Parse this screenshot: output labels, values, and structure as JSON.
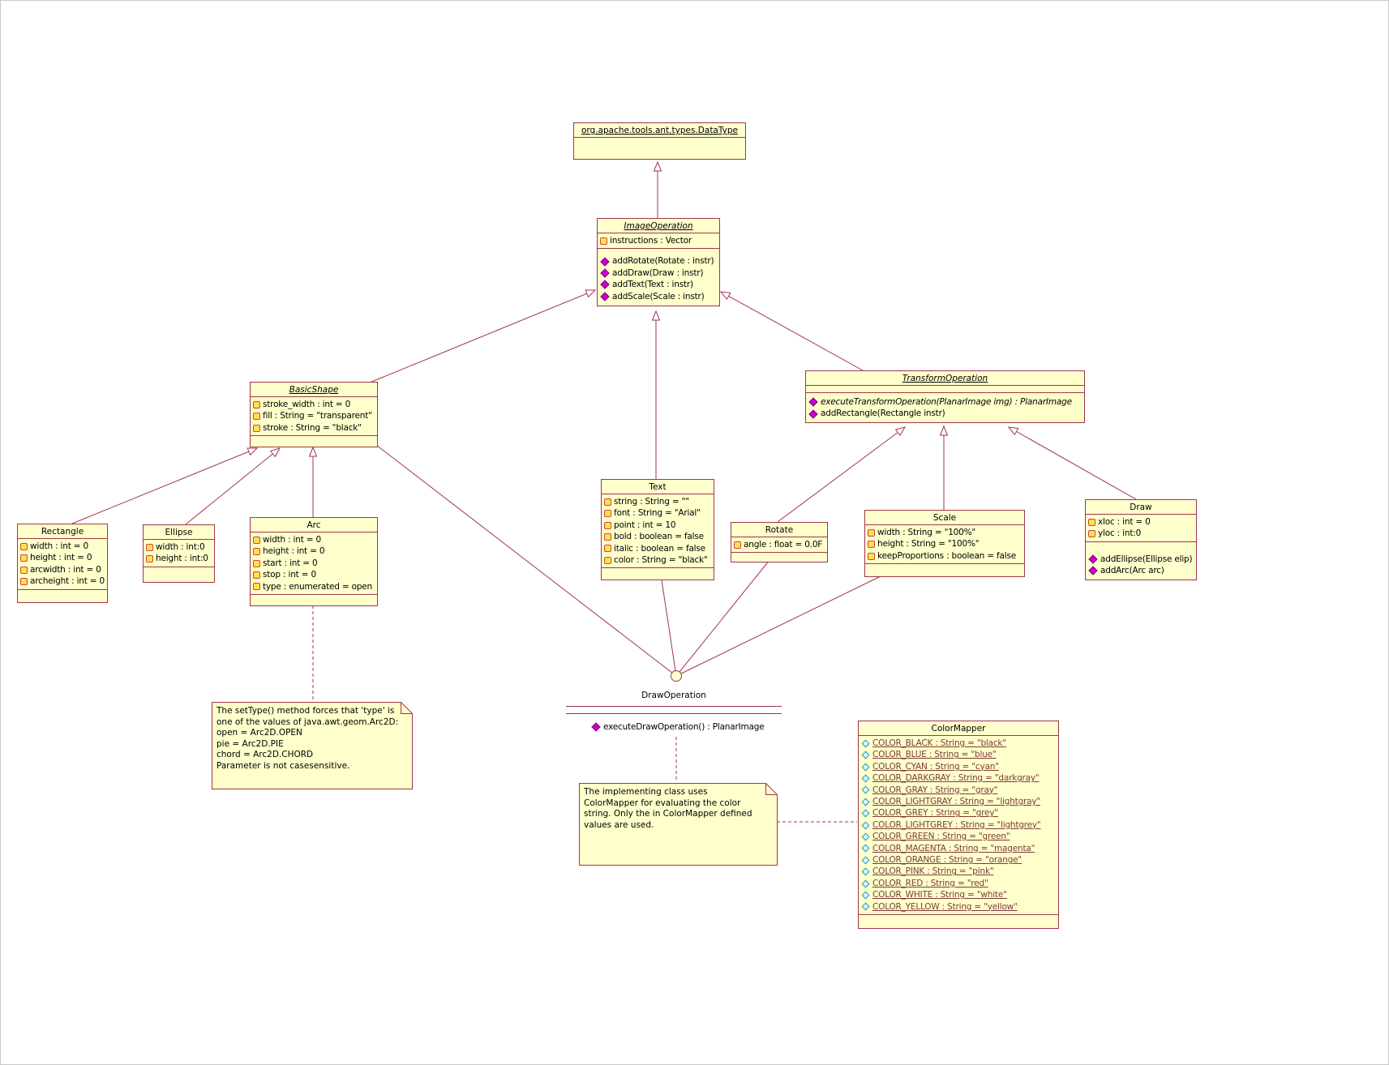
{
  "colors": {
    "line": "#A0354C",
    "fill": "#FFFFCC",
    "static-text": "#7B3B3B",
    "canvas-border": "#C8C8C8"
  },
  "classes": {
    "datatype": {
      "title": "org.apache.tools.ant.types.DataType"
    },
    "image_operation": {
      "title": "ImageOperation",
      "attributes": [
        "instructions : Vector"
      ],
      "methods": [
        "addRotate(Rotate : instr)",
        "addDraw(Draw : instr)",
        "addText(Text : instr)",
        "addScale(Scale : instr)"
      ]
    },
    "basic_shape": {
      "title": "BasicShape",
      "attributes": [
        "stroke_width : int = 0",
        "fill : String = \"transparent\"",
        "stroke : String = \"black\""
      ]
    },
    "transform_operation": {
      "title": "TransformOperation",
      "methods": [
        "executeTransformOperation(PlanarImage img) : PlanarImage",
        "addRectangle(Rectangle instr)"
      ]
    },
    "rectangle": {
      "title": "Rectangle",
      "attributes": [
        "width : int = 0",
        "height : int = 0",
        "arcwidth : int = 0",
        "archeight : int = 0"
      ]
    },
    "ellipse": {
      "title": "Ellipse",
      "attributes": [
        "width : int:0",
        "height : int:0"
      ]
    },
    "arc": {
      "title": "Arc",
      "attributes": [
        "width : int = 0",
        "height : int = 0",
        "start : int = 0",
        "stop : int = 0",
        "type : enumerated = open"
      ]
    },
    "text": {
      "title": "Text",
      "attributes": [
        "string : String = \"\"",
        "font : String = \"Arial\"",
        "point : int = 10",
        "bold : boolean = false",
        "italic : boolean = false",
        "color : String = \"black\""
      ]
    },
    "rotate": {
      "title": "Rotate",
      "attributes": [
        "angle : float = 0.0F"
      ]
    },
    "scale": {
      "title": "Scale",
      "attributes": [
        "width : String = \"100%\"",
        "height : String = \"100%\"",
        "keepProportions : boolean = false"
      ]
    },
    "draw": {
      "title": "Draw",
      "attributes": [
        "xloc : int = 0",
        "yloc : int:0"
      ],
      "methods": [
        "addEllipse(Ellipse elip)",
        "addArc(Arc arc)"
      ]
    },
    "color_mapper": {
      "title": "ColorMapper",
      "attributes": [
        "COLOR_BLACK : String = \"black\"",
        "COLOR_BLUE : String = \"blue\"",
        "COLOR_CYAN : String = \"cyan\"",
        "COLOR_DARKGRAY : String = \"darkgray\"",
        "COLOR_GRAY : String = \"gray\"",
        "COLOR_LIGHTGRAY : String = \"lightgray\"",
        "COLOR_GREY : String = \"grey\"",
        "COLOR_LIGHTGREY : String = \"lightgrey\"",
        "COLOR_GREEN : String = \"green\"",
        "COLOR_MAGENTA : String = \"magenta\"",
        "COLOR_ORANGE : String = \"orange\"",
        "COLOR_PINK : String = \"pink\"",
        "COLOR_RED : String = \"red\"",
        "COLOR_WHITE : String = \"white\"",
        "COLOR_YELLOW : String = \"yellow\""
      ]
    }
  },
  "interface": {
    "name": "DrawOperation",
    "method": "executeDrawOperation() : PlanarImage"
  },
  "notes": {
    "arc_note": {
      "lines": [
        "The setType() method forces that 'type' is",
        "one of the values of java.awt.geom.Arc2D:",
        "open = Arc2D.OPEN",
        "pie = Arc2D.PIE",
        "chord = Arc2D.CHORD",
        "Parameter is not casesensitive."
      ]
    },
    "colormapper_note": {
      "lines": [
        "The implementing class uses",
        "ColorMapper for evaluating the color",
        "string. Only the in ColorMapper defined",
        "values are used."
      ]
    }
  }
}
